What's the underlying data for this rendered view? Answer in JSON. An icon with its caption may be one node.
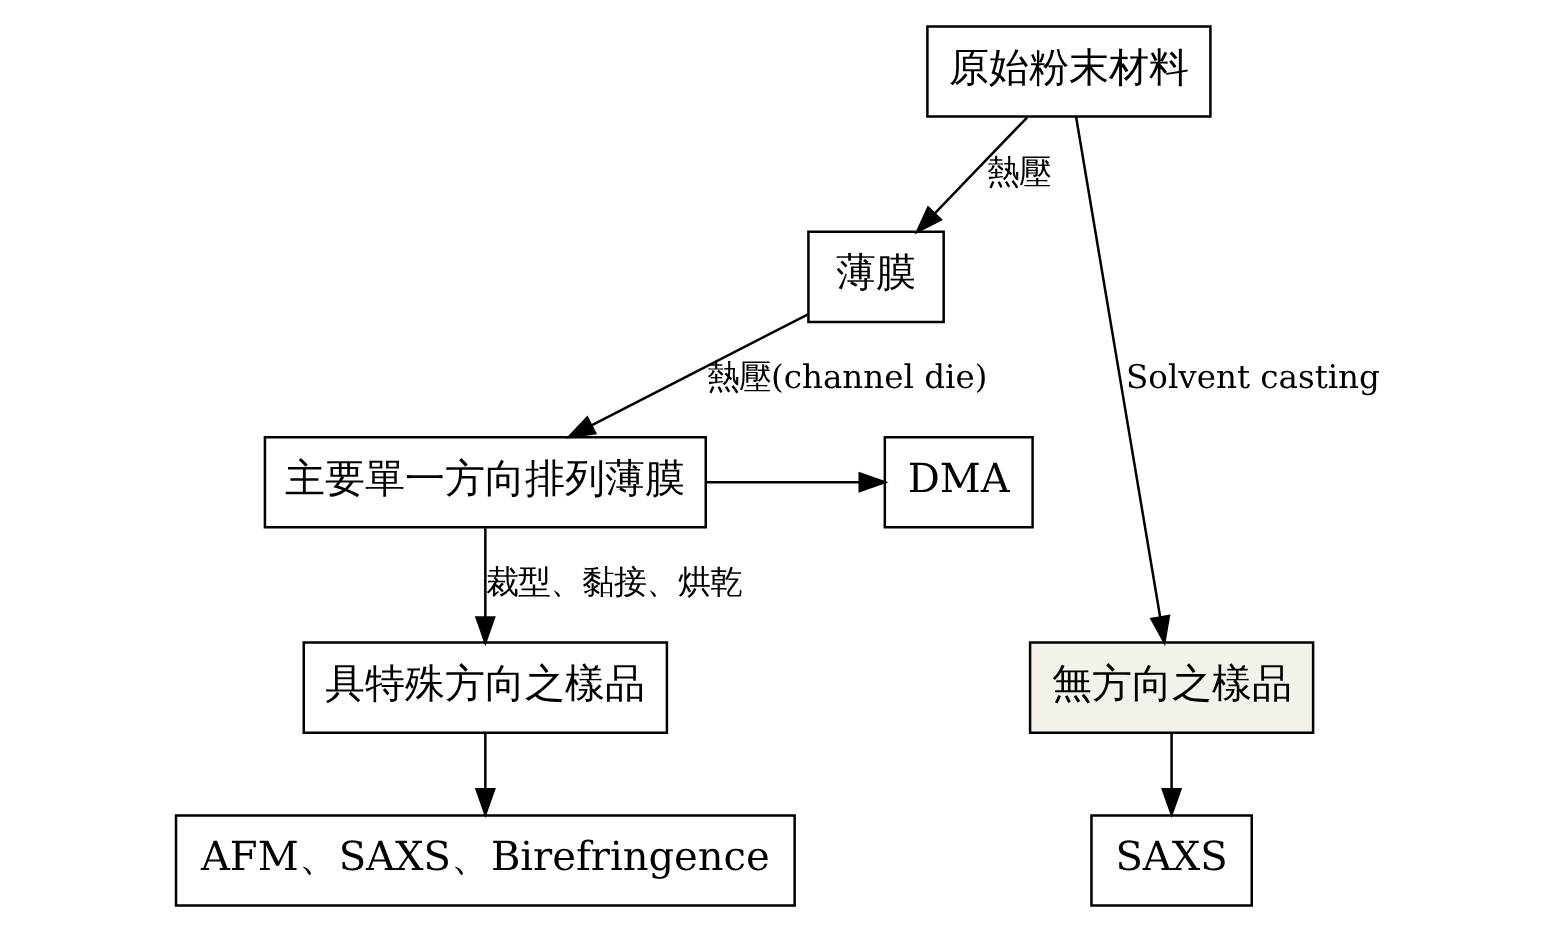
{
  "diagram": {
    "nodes": [
      {
        "text": [
          "原始粉末材料"
        ]
      },
      {
        "text": [
          "薄膜"
        ]
      },
      {
        "text": [
          "主要單一方向排列薄膜"
        ]
      },
      {
        "text": [
          "DMA"
        ]
      },
      {
        "text": [
          "具特殊方向之樣品"
        ]
      },
      {
        "text": [
          "無方向之樣品"
        ]
      },
      {
        "text": [
          "AFM、SAXS、Birefringence"
        ]
      },
      {
        "text": [
          "SAXS"
        ]
      }
    ],
    "edges": [
      {
        "from": 0,
        "to": 1,
        "arrow": "to",
        "label": "熱壓"
      },
      {
        "from": 1,
        "to": 2,
        "arrow": "to",
        "label": "熱壓(channel die)"
      },
      {
        "from": 2,
        "to": 3,
        "arrow": "to"
      },
      {
        "from": 2,
        "to": 4,
        "arrow": "to",
        "label": "裁型、黏接、烘乾"
      },
      {
        "from": 0,
        "to": 5,
        "arrow": "to",
        "label": "Solvent casting"
      },
      {
        "from": 4,
        "to": 6,
        "arrow": "to"
      },
      {
        "from": 5,
        "to": 7,
        "arrow": "to"
      }
    ]
  }
}
